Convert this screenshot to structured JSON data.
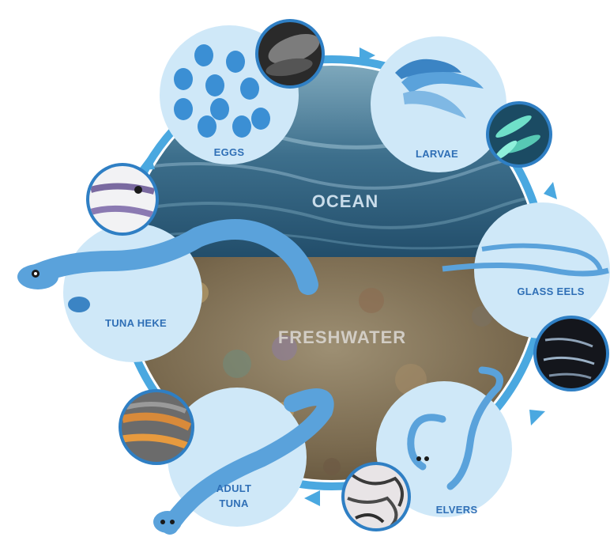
{
  "regions": {
    "ocean": "OCEAN",
    "freshwater": "FRESHWATER"
  },
  "stages": {
    "eggs": "EGGS",
    "larvae": "LARVAE",
    "glass_eels": "GLASS EELS",
    "elvers": "ELVERS",
    "adult_tuna_line1": "ADULT",
    "adult_tuna_line2": "TUNA",
    "tuna_heke": "TUNA HEKE"
  },
  "colors": {
    "ring": "#4aa8e0",
    "circle_fill": "#cfe8f8",
    "label": "#2f6fb6",
    "eel": "#5aa2db",
    "eel_dark": "#3b84c4",
    "ocean_top": "#5b8fa8",
    "ocean_bottom": "#1e4a66",
    "freshwater": "#8a7a5e"
  },
  "icons": [
    "arrow-icon",
    "eel-icon",
    "egg-icon",
    "photo-inset"
  ]
}
